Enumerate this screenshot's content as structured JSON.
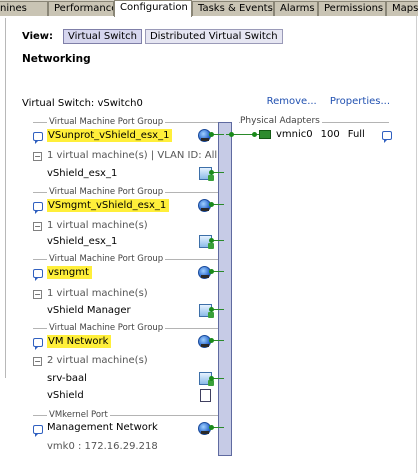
{
  "tabs": [
    {
      "label": "nines",
      "active": false
    },
    {
      "label": "Performance",
      "active": false
    },
    {
      "label": "Configuration",
      "active": true
    },
    {
      "label": "Tasks & Events",
      "active": false
    },
    {
      "label": "Alarms",
      "active": false
    },
    {
      "label": "Permissions",
      "active": false
    },
    {
      "label": "Maps",
      "active": false
    }
  ],
  "view": {
    "label": "View:",
    "options": [
      "Virtual Switch",
      "Distributed Virtual Switch"
    ],
    "selected": "Virtual Switch"
  },
  "section_title": "Networking",
  "vswitch": {
    "title": "Virtual Switch: vSwitch0",
    "remove_link": "Remove...",
    "properties_link": "Properties..."
  },
  "port_groups": [
    {
      "header": "Virtual Machine Port Group",
      "name": "VSunprot_vShield_esx_1",
      "summary": "1 virtual machine(s) | VLAN ID: All",
      "vms": [
        "vShield_esx_1"
      ],
      "highlighted": true
    },
    {
      "header": "Virtual Machine Port Group",
      "name": "VSmgmt_vShield_esx_1",
      "summary": "1 virtual machine(s)",
      "vms": [
        "vShield_esx_1"
      ],
      "highlighted": true
    },
    {
      "header": "Virtual Machine Port Group",
      "name": "vsmgmt",
      "summary": "1 virtual machine(s)",
      "vms": [
        "vShield Manager"
      ],
      "highlighted": true
    },
    {
      "header": "Virtual Machine Port Group",
      "name": "VM Network",
      "summary": "2 virtual machine(s)",
      "vms": [
        "srv-baal",
        "vShield"
      ],
      "highlighted": true
    }
  ],
  "vmkernel": {
    "header": "VMkernel Port",
    "name": "Management Network",
    "address": "vmk0 : 172.16.29.218"
  },
  "physical_adapters": {
    "header": "Physical Adapters",
    "nic": "vmnic0",
    "speed": "100",
    "duplex": "Full"
  },
  "colors": {
    "highlight": "#ffef3a",
    "link": "#2050b0",
    "switch_fill": "#c6cbe6",
    "tab_bar": "#d9d5c9"
  }
}
